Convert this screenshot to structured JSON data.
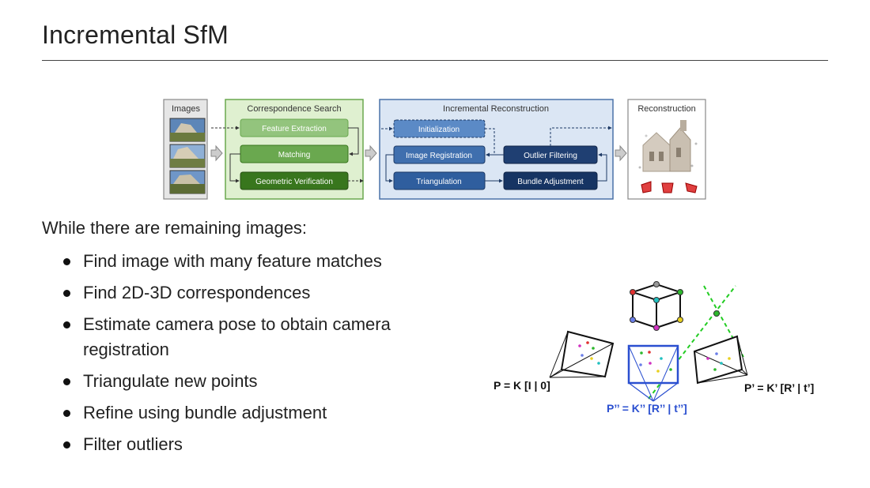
{
  "slide": {
    "title": "Incremental SfM",
    "intro": "While there are remaining images:",
    "bullets": [
      "Find image with many feature matches",
      "Find 2D-3D correspondences",
      "Estimate camera pose to obtain camera registration",
      "Triangulate new points",
      "Refine using bundle adjustment",
      "Filter outliers"
    ]
  },
  "pipeline": {
    "images_label": "Images",
    "correspondence": {
      "title": "Correspondence Search",
      "steps": [
        "Feature Extraction",
        "Matching",
        "Geometric Verification"
      ]
    },
    "incremental": {
      "title": "Incremental Reconstruction",
      "initialization": "Initialization",
      "image_registration": "Image Registration",
      "triangulation": "Triangulation",
      "outlier_filtering": "Outlier Filtering",
      "bundle_adjustment": "Bundle Adjustment"
    },
    "reconstruction_label": "Reconstruction"
  },
  "geometry": {
    "camera_left_eq": "P = K [I | 0]",
    "camera_middle_eq": "P’’ = K’’ [R’’ | t’’]",
    "camera_right_eq": "P’ = K’ [R’ | t’]"
  },
  "colors": {
    "corr_fill": "#dff0d0",
    "corr_border": "#6aa84f",
    "incr_fill": "#dbe6f4",
    "incr_border": "#4a72a8",
    "new_camera": "#2a4fd0",
    "rays": "#22cc22"
  }
}
